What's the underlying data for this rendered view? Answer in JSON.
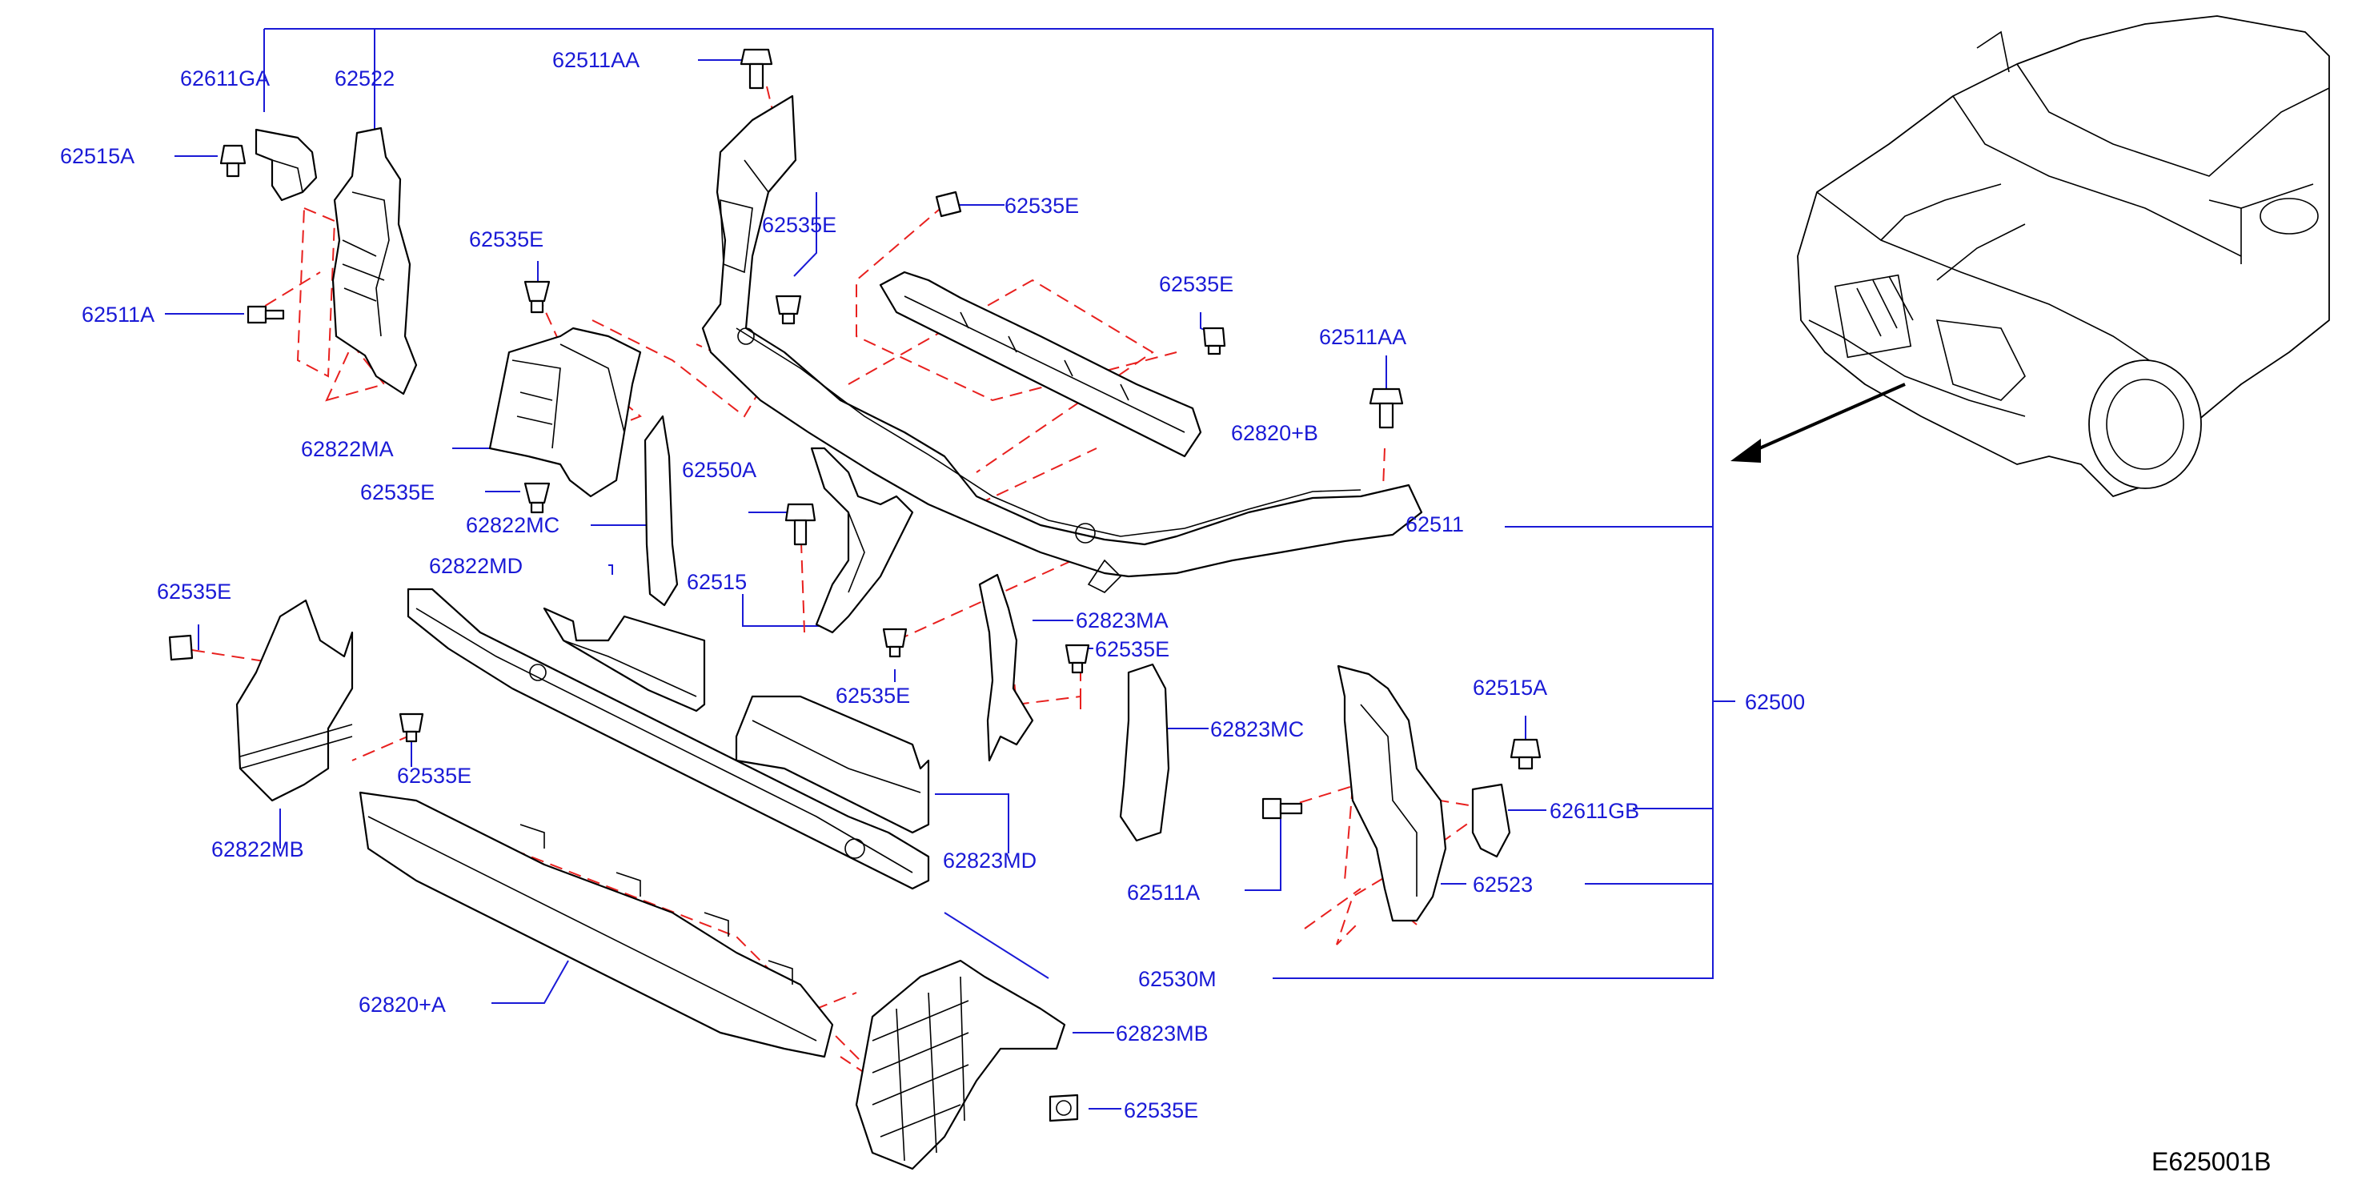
{
  "diagram_code": "E625001B",
  "labels": {
    "l_62611GA": "62611GA",
    "l_62522": "62522",
    "l_62515A_left": "62515A",
    "l_62511A_left": "62511A",
    "l_62822MA": "62822MA",
    "l_62535E_a": "62535E",
    "l_62535E_b": "62535E",
    "l_62822MC": "62822MC",
    "l_62822MD": "62822MD",
    "l_62511AA_top": "62511AA",
    "l_62535E_c": "62535E",
    "l_62535E_d": "62535E",
    "l_62535E_e": "62535E",
    "l_62511AA_right": "62511AA",
    "l_62820B": "62820+B",
    "l_62550A": "62550A",
    "l_62511": "62511",
    "l_62515": "62515",
    "l_62823MA": "62823MA",
    "l_62535E_f": "62535E",
    "l_62535E_g": "62535E",
    "l_62535E_h": "62535E",
    "l_62822MB": "62822MB",
    "l_62823MC": "62823MC",
    "l_62515A_right": "62515A",
    "l_62500": "62500",
    "l_62535E_i": "62535E",
    "l_62611GB": "62611GB",
    "l_62823MD": "62823MD",
    "l_62511A_right": "62511A",
    "l_62523": "62523",
    "l_62530M": "62530M",
    "l_62820A": "62820+A",
    "l_62823MB": "62823MB",
    "l_62535E_j": "62535E"
  },
  "colors": {
    "label_blue": "#1a1ad6",
    "dash_red": "#e8201e",
    "outline_black": "#000000"
  }
}
